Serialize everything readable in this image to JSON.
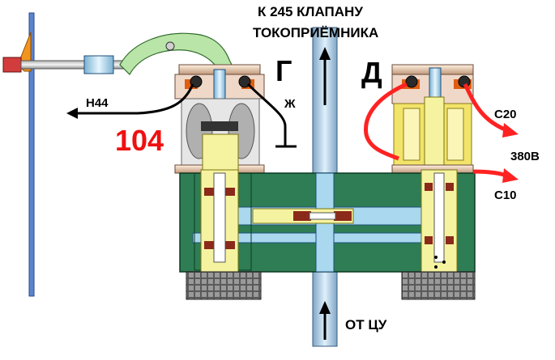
{
  "labels": {
    "top_line1": "К 245 КЛАПАНУ",
    "top_line2": "ТОКОПРИЁМНИКА",
    "bottom": "ОТ ЦУ",
    "letter_g": "Г",
    "letter_d": "Д",
    "wire_n44": "Н44",
    "wire_zh": "Ж",
    "number": "104",
    "wire_c20": "С20",
    "wire_c10": "С10",
    "voltage": "380В"
  },
  "colors": {
    "body_green": "#2e7d54",
    "channel_blue": "#a9d8ef",
    "coil_yellow": "#f6f3a0",
    "arm_green": "#b9e6a8",
    "wire_red": "#ff2222",
    "label_red": "#ee1111"
  }
}
